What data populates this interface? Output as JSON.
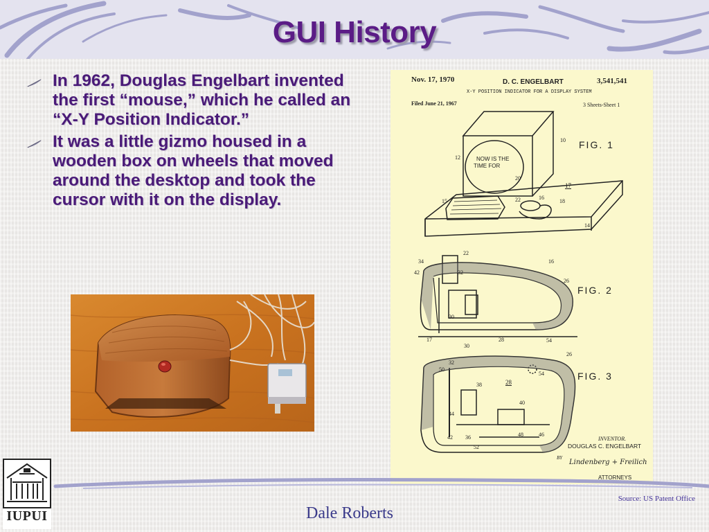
{
  "slide": {
    "title": "GUI History",
    "bullets": [
      "In 1962, Douglas Engelbart invented the first “mouse,” which he called an “X-Y Position Indicator.”",
      "It was a little gizmo housed in a wooden box on wheels that moved around the desktop and took the cursor with it on the display."
    ],
    "source": "Source: US Patent Office",
    "author": "Dale Roberts"
  },
  "logo": {
    "text": "IUPUI"
  },
  "patent": {
    "date": "Nov. 17, 1970",
    "inventor_header": "D. C. ENGELBART",
    "patent_number": "3,541,541",
    "subtitle": "X-Y POSITION INDICATOR FOR A DISPLAY SYSTEM",
    "filed": "Filed June 21, 1967",
    "sheets": "3 Sheets-Sheet 1",
    "screen_text_1": "NOW IS THE",
    "screen_text_2": "TIME FOR",
    "fig1": "FIG. 1",
    "fig2": "FIG. 2",
    "fig3": "FIG. 3",
    "inventor_label": "INVENTOR.",
    "inventor_name": "DOUGLAS C. ENGELBART",
    "by": "BY",
    "attorneys": "ATTORNEYS",
    "signature": "Lindenberg + Freilich",
    "ref_numbers": {
      "n10": "10",
      "n12": "12",
      "n20": "20",
      "n15": "15",
      "n22a": "22",
      "n16a": "16",
      "n18": "18",
      "n17a": "17",
      "n14": "14",
      "n22b": "22",
      "n34": "34",
      "n16b": "16",
      "n42a": "42",
      "n32a": "32",
      "n26a": "26",
      "n30a": "30",
      "n17b": "17",
      "n28a": "28",
      "n54a": "54",
      "n30b": "30",
      "n26b": "26",
      "n32b": "32",
      "n50": "50",
      "n54b": "54",
      "n38": "38",
      "n28b": "28",
      "n40": "40",
      "n44": "44",
      "n42b": "42",
      "n36": "36",
      "n48": "48",
      "n46": "46",
      "n52": "52"
    }
  },
  "colors": {
    "title": "#5b1c86",
    "bullet_text": "#4a1a78",
    "header_band": "#e4e3ef",
    "swoosh": "#9c9cc6",
    "patent_paper": "#fbf8cc",
    "author": "#3a3a8a"
  }
}
